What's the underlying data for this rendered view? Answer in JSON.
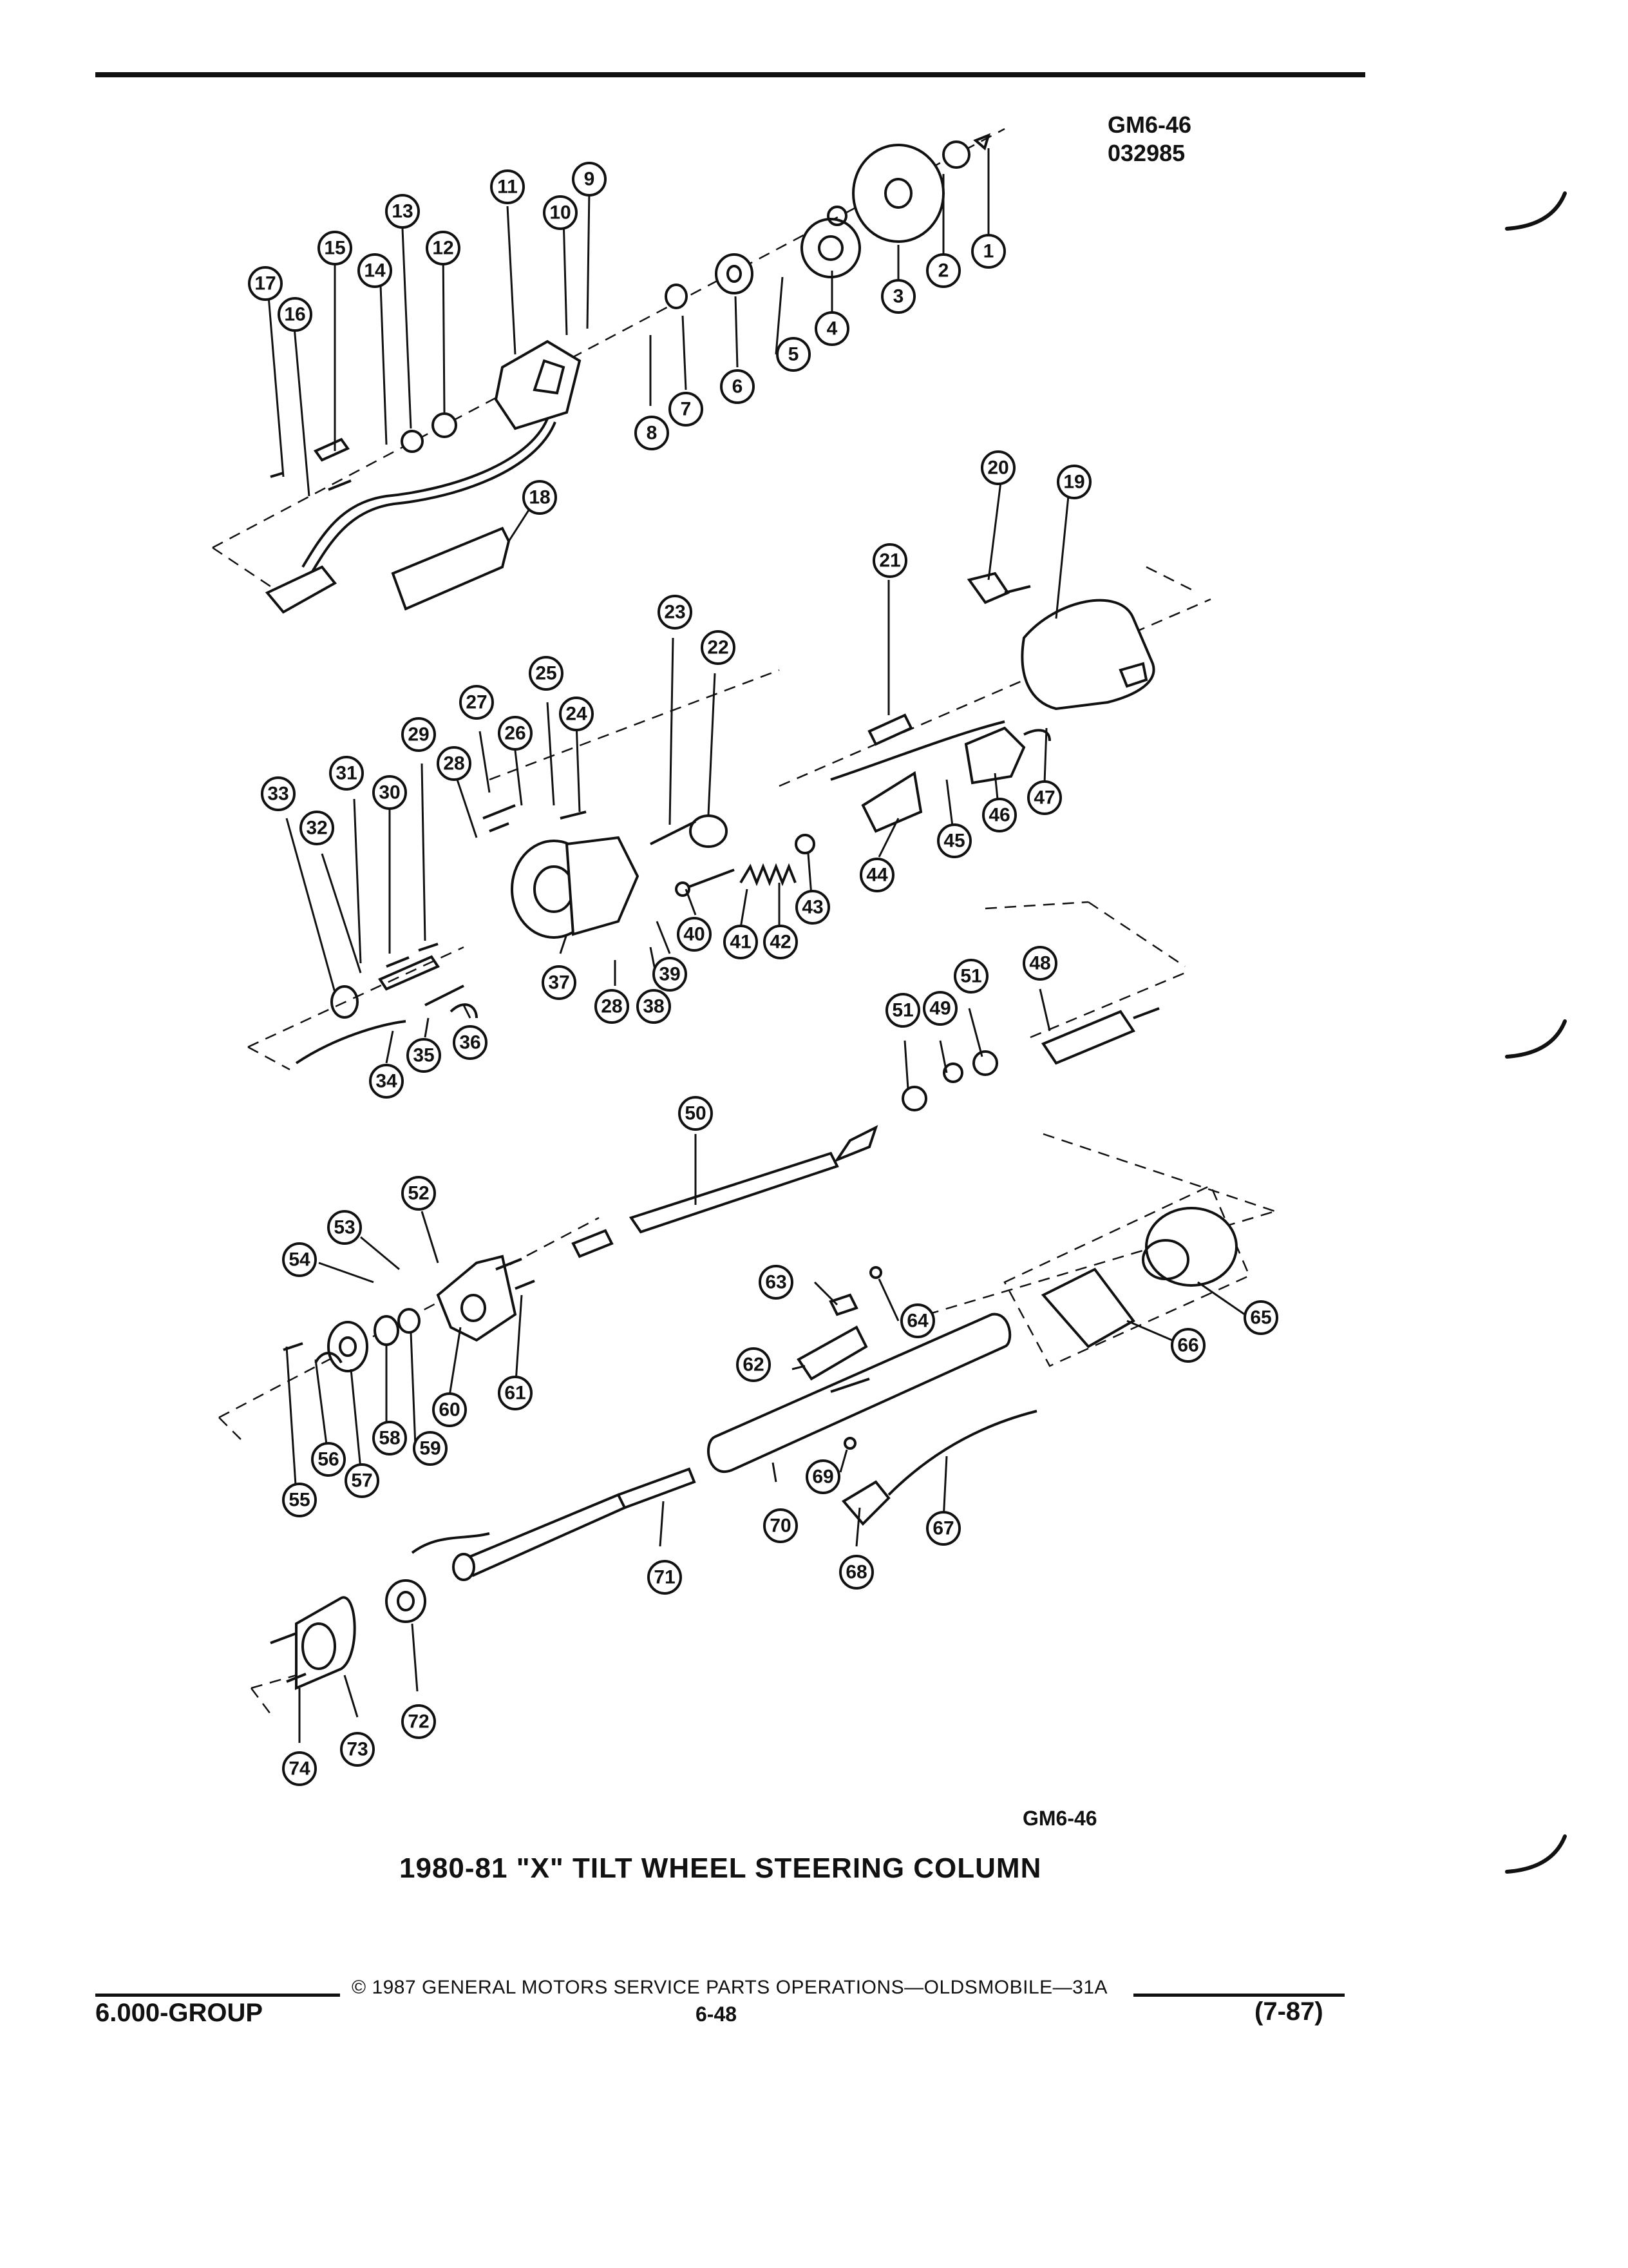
{
  "header": {
    "code_line1": "GM6-46",
    "code_line2": "032985"
  },
  "diagram": {
    "part_numbers": [
      "1",
      "2",
      "3",
      "4",
      "5",
      "6",
      "7",
      "8",
      "9",
      "10",
      "11",
      "12",
      "13",
      "14",
      "15",
      "16",
      "17",
      "18",
      "19",
      "20",
      "21",
      "22",
      "23",
      "24",
      "25",
      "26",
      "27",
      "28",
      "29",
      "30",
      "31",
      "32",
      "33",
      "34",
      "35",
      "36",
      "37",
      "28",
      "38",
      "39",
      "40",
      "41",
      "42",
      "43",
      "44",
      "45",
      "46",
      "47",
      "48",
      "49",
      "50",
      "51",
      "51",
      "52",
      "53",
      "54",
      "55",
      "56",
      "57",
      "58",
      "59",
      "60",
      "61",
      "62",
      "63",
      "64",
      "65",
      "66",
      "67",
      "68",
      "69",
      "70",
      "71",
      "72",
      "73",
      "74"
    ]
  },
  "figure": {
    "code": "GM6-46",
    "caption": "1980-81 \"X\" TILT WHEEL STEERING COLUMN"
  },
  "footer": {
    "copyright": "© 1987 GENERAL MOTORS SERVICE PARTS OPERATIONS—OLDSMOBILE—31A",
    "group": "6.000-GROUP",
    "page": "6-48",
    "revision": "(7-87)"
  }
}
